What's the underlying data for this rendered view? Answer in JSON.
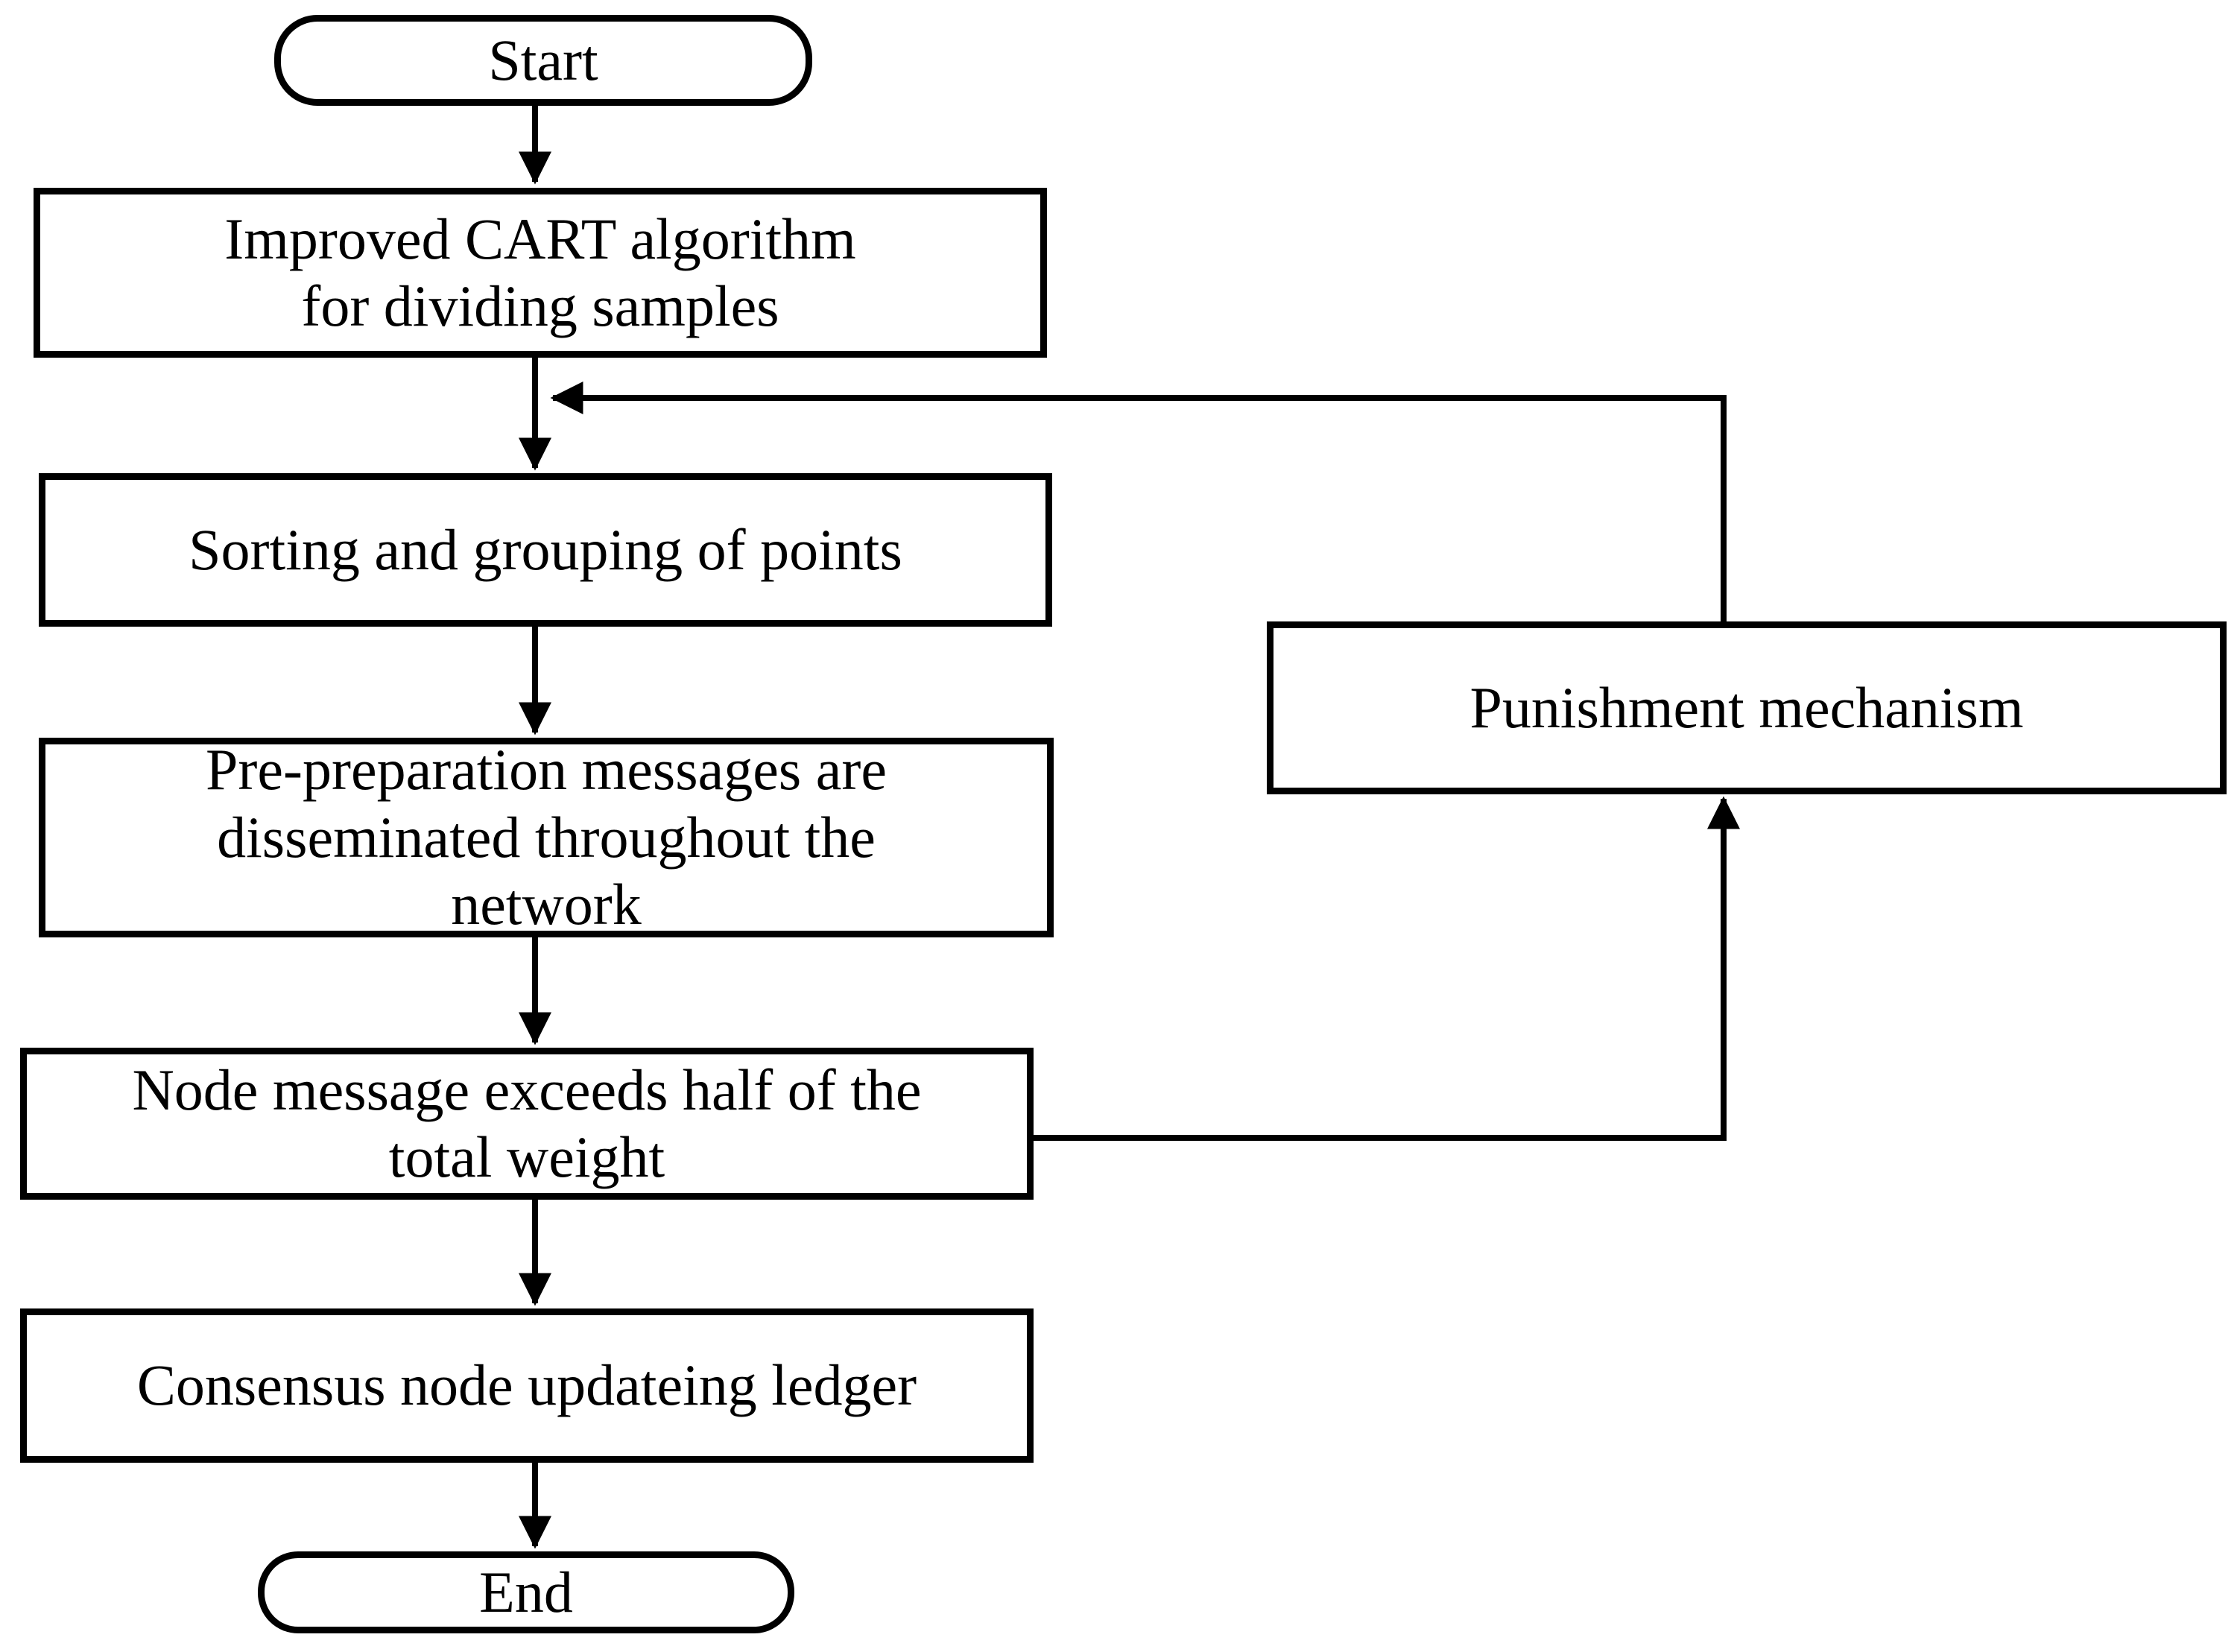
{
  "diagram": {
    "type": "flowchart",
    "colors": {
      "line": "#000000",
      "background": "#ffffff",
      "text": "#000000"
    },
    "nodes": {
      "start": {
        "label": "Start",
        "shape": "terminator"
      },
      "cart": {
        "label": "Improved CART algorithm for dividing samples",
        "shape": "process"
      },
      "sorting": {
        "label": "Sorting and grouping of points",
        "shape": "process"
      },
      "preprep": {
        "label": "Pre-preparation messages are disseminated throughout the network",
        "shape": "process"
      },
      "node_weight": {
        "label": "Node message exceeds half of the total weight",
        "shape": "process"
      },
      "consensus": {
        "label": "Consensus node updateing ledger",
        "shape": "process"
      },
      "punishment": {
        "label": "Punishment mechanism",
        "shape": "process"
      },
      "end": {
        "label": "End",
        "shape": "terminator"
      }
    },
    "edges": [
      {
        "from": "start",
        "to": "cart"
      },
      {
        "from": "cart",
        "to": "sorting"
      },
      {
        "from": "sorting",
        "to": "preprep"
      },
      {
        "from": "preprep",
        "to": "node_weight"
      },
      {
        "from": "node_weight",
        "to": "consensus"
      },
      {
        "from": "consensus",
        "to": "end"
      },
      {
        "from": "node_weight",
        "to": "punishment"
      },
      {
        "from": "punishment",
        "to": "sorting"
      }
    ]
  }
}
